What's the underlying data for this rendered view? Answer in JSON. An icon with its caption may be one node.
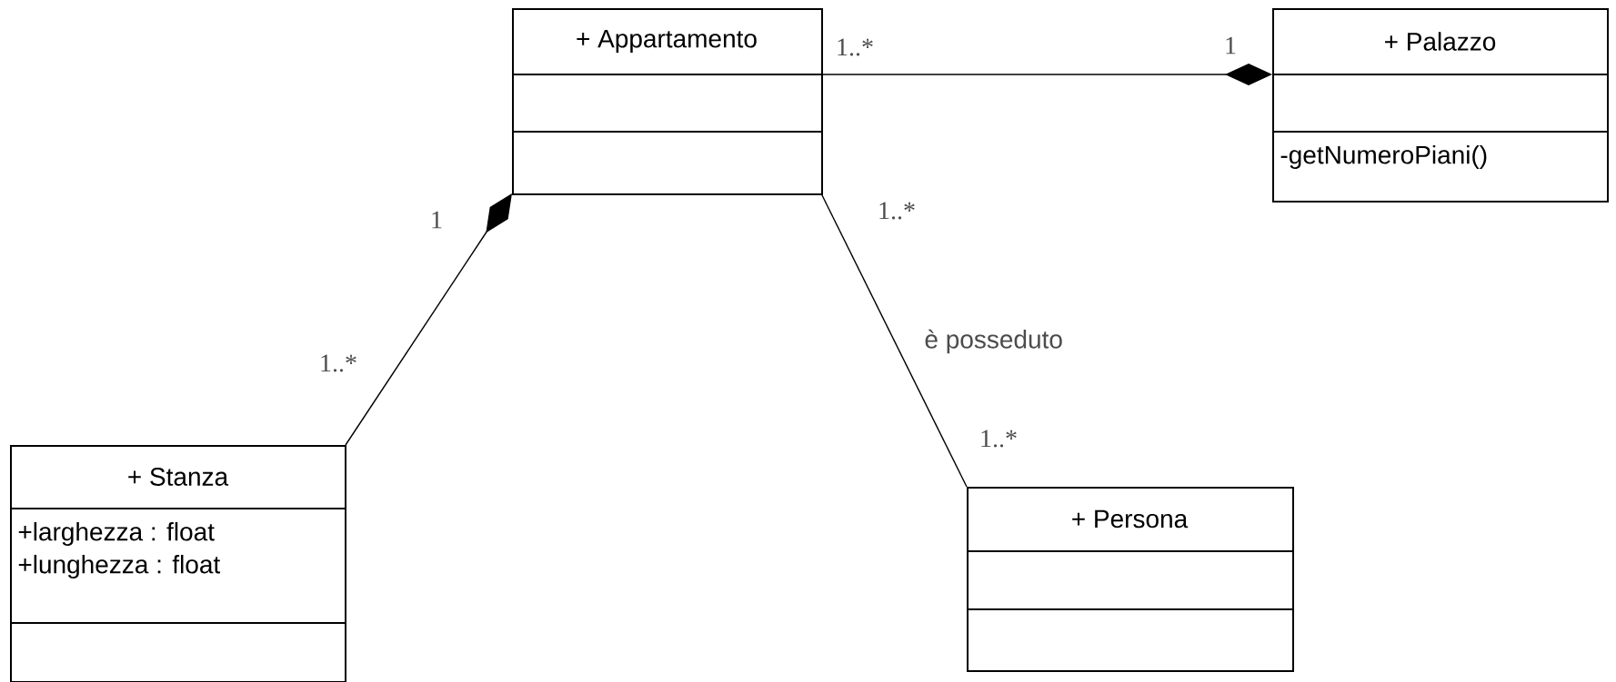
{
  "diagram": {
    "nodes": [
      {
        "text": [
          "+ Appartamento"
        ]
      },
      {
        "text": [
          "+ Palazzo",
          "-getNumeroPiani()"
        ]
      },
      {
        "text": [
          "+ Stanza",
          "+larghezza : float",
          "+lunghezza : float"
        ]
      },
      {
        "text": [
          "+ Persona"
        ]
      }
    ],
    "edges": [
      {
        "from": 0,
        "to": 1,
        "arrow": "other"
      },
      {
        "from": 2,
        "to": 0,
        "arrow": "other"
      },
      {
        "from": 0,
        "to": 3,
        "arrow": "none",
        "label": "è posseduto"
      }
    ],
    "labels": [
      "1..*",
      "1",
      "1",
      "1..*",
      "1..*",
      "1..*"
    ]
  }
}
